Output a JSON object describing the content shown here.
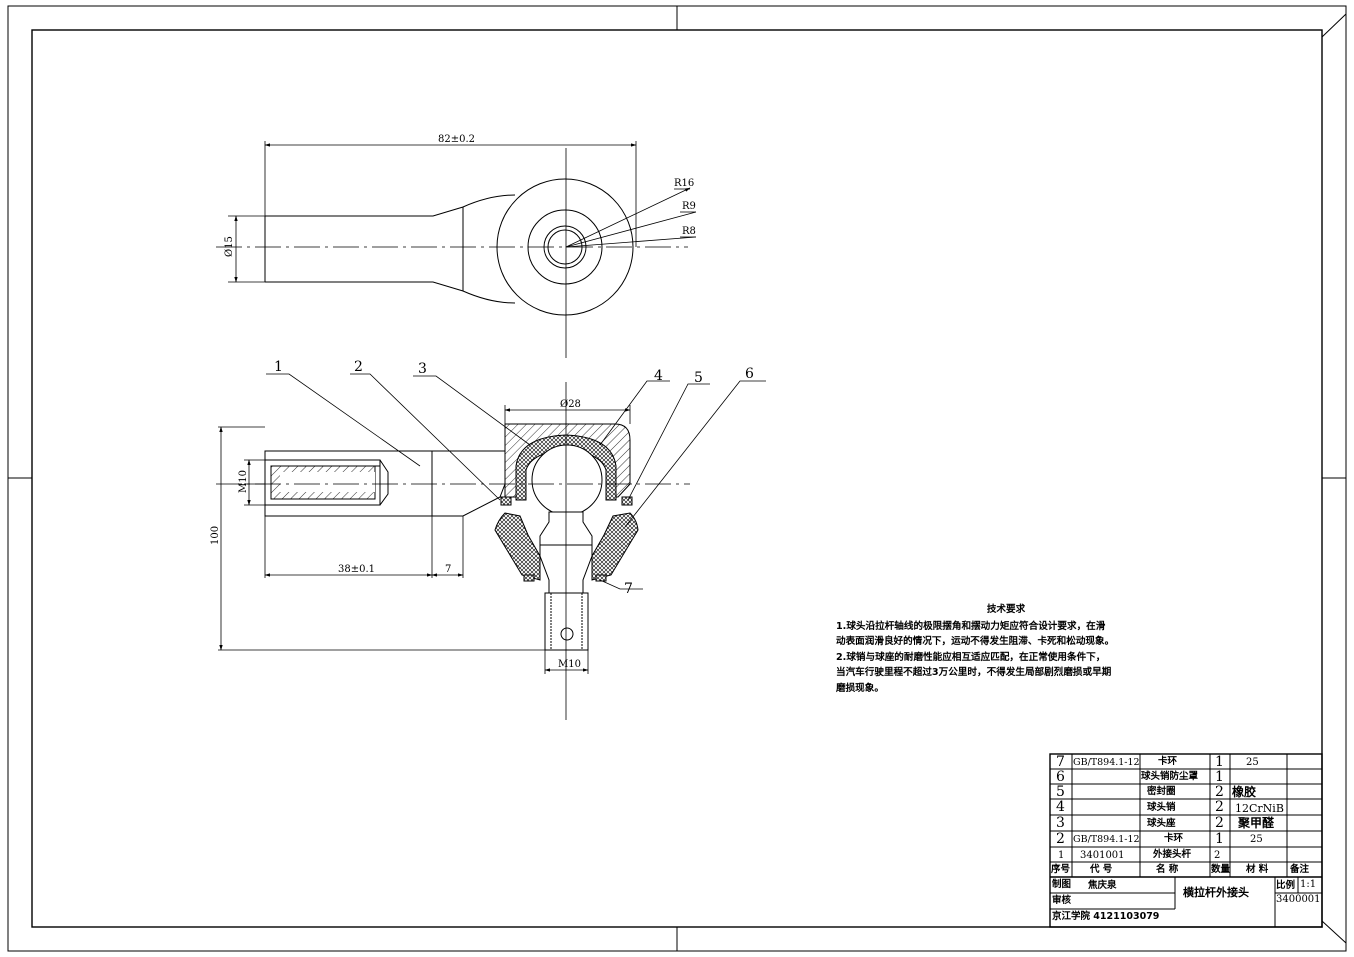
{
  "dimensions": {
    "overall_length": "82±0.2",
    "rod_diameter": "Ø15",
    "radius_outer": "R16",
    "radius_mid": "R9",
    "radius_inner": "R8",
    "socket_diameter": "Ø28",
    "height": "100",
    "thread_depth": "38±0.1",
    "gap": "7",
    "thread_main": "M10",
    "thread_pin": "M10"
  },
  "balloons": [
    "1",
    "2",
    "3",
    "4",
    "5",
    "6",
    "7"
  ],
  "technical_requirements": {
    "title": "技术要求",
    "lines": [
      "1.球头沿拉杆轴线的极限摆角和摆动力矩应符合设计要求，在滑",
      "动表面润滑良好的情况下，运动不得发生阻滞、卡死和松动现象。",
      "2.球销与球座的耐磨性能应相互适应匹配，在正常使用条件下，",
      "当汽车行驶里程不超过3万公里时，不得发生局部剧烈磨损或早期",
      "磨损现象。"
    ]
  },
  "parts_list": [
    {
      "no": "7",
      "code": "GB/T894.1-12",
      "name": "卡环",
      "qty": "1",
      "material": "25",
      "note": ""
    },
    {
      "no": "6",
      "code": "",
      "name": "球头销防尘罩",
      "qty": "1",
      "material": "",
      "note": ""
    },
    {
      "no": "5",
      "code": "",
      "name": "密封圈",
      "qty": "2",
      "material": "橡胶",
      "note": ""
    },
    {
      "no": "4",
      "code": "",
      "name": "球头销",
      "qty": "2",
      "material": "12CrNiB",
      "note": ""
    },
    {
      "no": "3",
      "code": "",
      "name": "球头座",
      "qty": "2",
      "material": "聚甲醛",
      "note": ""
    },
    {
      "no": "2",
      "code": "GB/T894.1-12",
      "name": "卡环",
      "qty": "1",
      "material": "25",
      "note": ""
    },
    {
      "no": "1",
      "code": "3401001",
      "name": "外接头杆",
      "qty": "2",
      "material": "",
      "note": ""
    }
  ],
  "parts_header": {
    "no": "序号",
    "code": "代 号",
    "name": "名  称",
    "qty": "数量",
    "material": "材 料",
    "note": "备注"
  },
  "title_block": {
    "drawn_label": "制图",
    "drawn_by": "焦庆泉",
    "checked_label": "审核",
    "drawing_title": "横拉杆外接头",
    "scale_label": "比例",
    "scale": "1:1",
    "drawing_number": "3400001",
    "school": "京江学院 4121103079"
  }
}
